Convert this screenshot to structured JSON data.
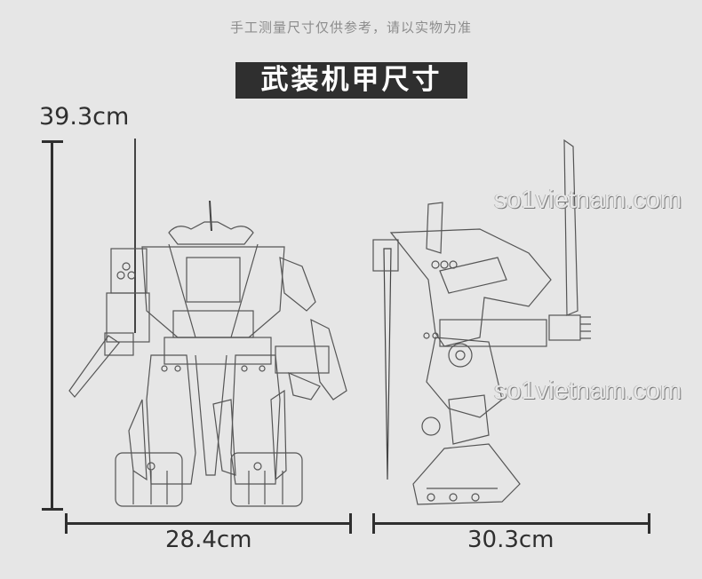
{
  "header": {
    "note": "手工测量尺寸仅供参考，请以实物为准",
    "title": "武装机甲尺寸"
  },
  "dimensions": {
    "height": "39.3cm",
    "front_width": "28.4cm",
    "side_width": "30.3cm"
  },
  "watermarks": [
    "so1vietnam.com",
    "so1vietnam.com"
  ],
  "figures": {
    "front_view": "robot-front-view",
    "side_view": "robot-side-view"
  },
  "colors": {
    "background": "#e6e6e6",
    "title_bg": "#2f2f2f",
    "title_text": "#ffffff",
    "dim_line": "#2f2f2f",
    "note_text": "#8c8c8c"
  }
}
